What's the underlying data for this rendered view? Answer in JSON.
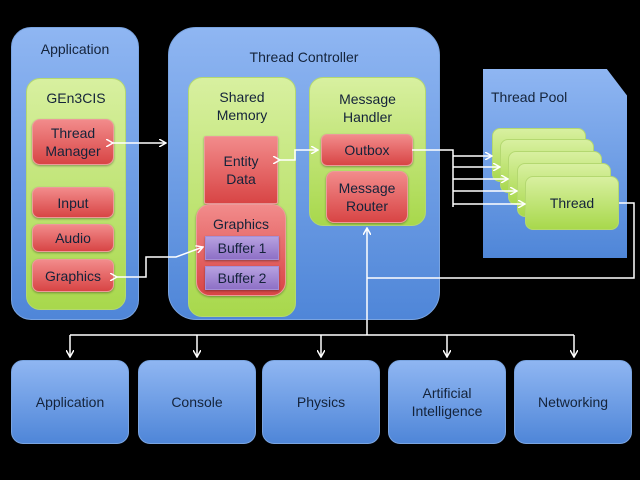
{
  "application": {
    "title": "Application",
    "engine": {
      "title": "GEn3CIS",
      "modules": [
        "Thread\nManager",
        "Input",
        "Audio",
        "Graphics"
      ]
    }
  },
  "thread_controller": {
    "title": "Thread Controller",
    "shared_memory": {
      "title": "Shared\nMemory",
      "entity_data": "Entity\nData",
      "graphics": {
        "title": "Graphics",
        "buffers": [
          "Buffer 1",
          "Buffer 2"
        ]
      }
    },
    "message_handler": {
      "title": "Message\nHandler",
      "outbox": "Outbox",
      "router": "Message\nRouter"
    }
  },
  "thread_pool": {
    "title": "Thread Pool",
    "thread_label": "Thread"
  },
  "subsystems": [
    "Application",
    "Console",
    "Physics",
    "Artificial\nIntelligence",
    "Networking"
  ],
  "colors": {
    "blue": "#5b8fdd",
    "green": "#b4dc5a",
    "red": "#e05555",
    "purple": "#9b80d0",
    "wire": "#ffffff"
  }
}
